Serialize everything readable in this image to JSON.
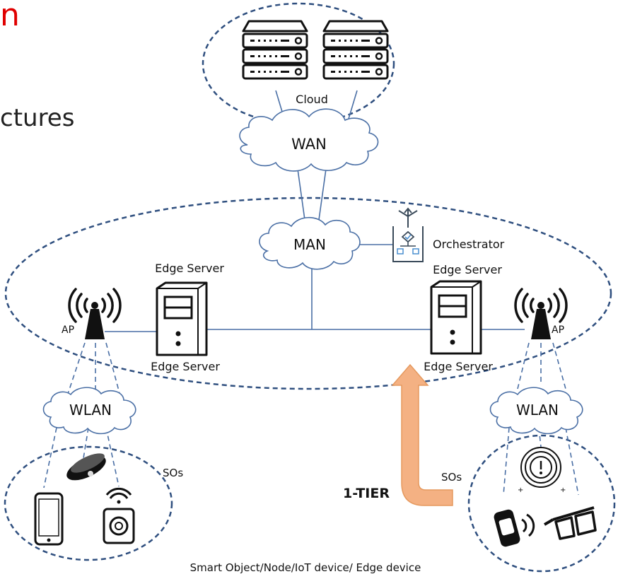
{
  "header": {
    "fragment_red": "n",
    "fragment_title": "ctures"
  },
  "nodes": {
    "cloud": "Cloud",
    "wan": "WAN",
    "man": "MAN",
    "orchestrator": "Orchestrator",
    "edge_server_top_left": "Edge Server",
    "edge_server_bottom_left": "Edge Server",
    "edge_server_top_right": "Edge Server",
    "edge_server_bottom_right": "Edge Server",
    "ap_left": "AP",
    "ap_right": "AP",
    "wlan_left": "WLAN",
    "wlan_right": "WLAN",
    "sos_left": "SOs",
    "sos_right": "SOs",
    "tier": "1-TIER",
    "caption": "Smart Object/Node/IoT device/ Edge device"
  },
  "colors": {
    "line": "#4a6fa5",
    "dash": "#2f4f7f",
    "arrow_fill": "#f4b183",
    "arrow_stroke": "#e5995e",
    "red": "#e00000"
  }
}
